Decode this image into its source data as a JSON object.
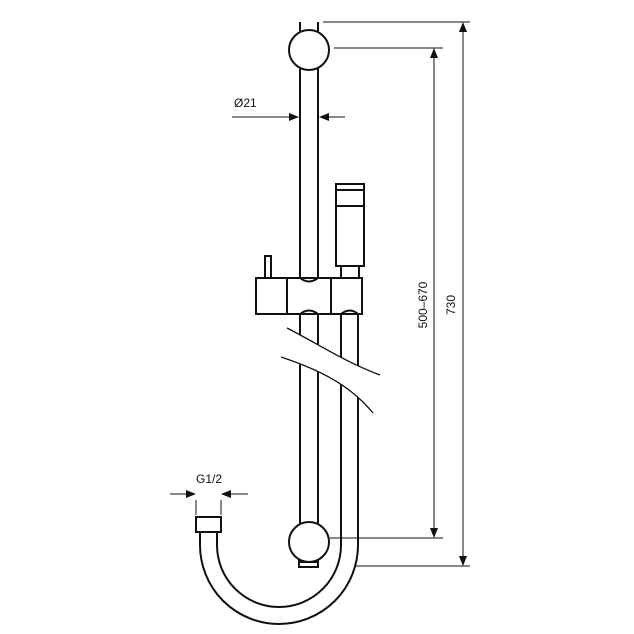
{
  "dimensions": {
    "rail_diameter": "Ø21",
    "connection": "G1/2",
    "adjustable_height": "500–670",
    "total_height": "730"
  },
  "colors": {
    "line": "#111111",
    "background": "#ffffff"
  }
}
